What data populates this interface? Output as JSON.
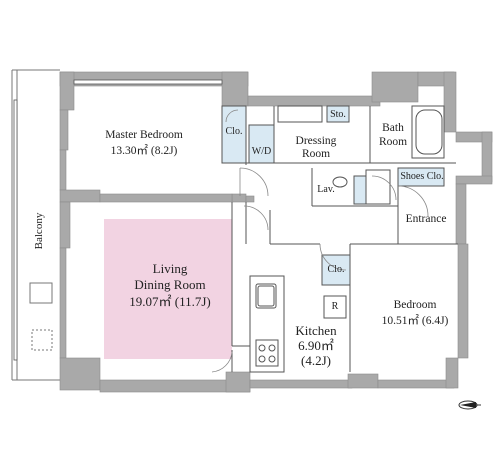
{
  "colors": {
    "wall": "#a9a9a9",
    "wall_edge": "#8c8c8c",
    "closet": "#d9e9f3",
    "living_floor": "#f2d3e2",
    "line": "#555555"
  },
  "rooms": {
    "master_bedroom": {
      "name": "Master Bedroom",
      "area": "13.30㎡ (8.2J)"
    },
    "living": {
      "name_line1": "Living",
      "name_line2": "Dining Room",
      "area": "19.07㎡ (11.7J)"
    },
    "kitchen": {
      "name": "Kitchen",
      "area": "6.90㎡",
      "jo": "(4.2J)"
    },
    "bedroom": {
      "name": "Bedroom",
      "area": "10.51㎡ (6.4J)"
    },
    "dressing": {
      "line1": "Dressing",
      "line2": "Room"
    },
    "bath": {
      "line1": "Bath",
      "line2": "Room"
    },
    "entrance": {
      "name": "Entrance"
    },
    "balcony": {
      "name": "Balcony"
    }
  },
  "storage": {
    "clo_master": "Clo.",
    "wd": "W/D",
    "sto": "Sto.",
    "lav": "Lav.",
    "shoes_clo": "Shoes Clo.",
    "clo_bedroom": "Clo.",
    "refrigerator": "R"
  },
  "icons": {
    "north": "north-arrow-icon"
  }
}
